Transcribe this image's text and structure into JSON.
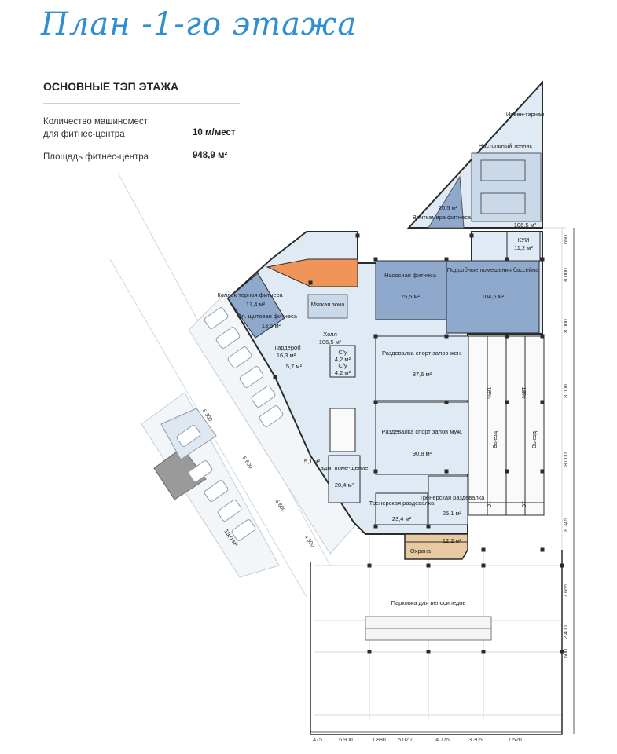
{
  "title": "План -1-го этажа",
  "tep": {
    "heading": "ОСНОВНЫЕ ТЭП ЭТАЖА",
    "parking_label_1": "Количество машиномест",
    "parking_label_2": "для фитнес-центра",
    "parking_value": "10 м/мест",
    "area_label": "Площадь фитнес-центра",
    "area_value": "948,9 м²"
  },
  "rooms": {
    "inventory": "Инвен-тарная",
    "tennis": "Настольный теннис",
    "tennis_area": "106,5 м²",
    "vent_area": "20,5 м²",
    "vent_name": "Венткамера фитнеса",
    "kui": "КУИ",
    "kui_area": "11,2 м²",
    "pump": "Насосная фитнеса",
    "pump_area": "75,5 м²",
    "pool_aux": "Подсобные помещения бассейна",
    "pool_aux_area": "104,6 м²",
    "collector": "Коллек-торная фитнеса",
    "collector_area": "17,4 м²",
    "el_room": "Эл. щитовая фитнеса",
    "el_room_area": "13,5 м²",
    "soft_zone": "Мягкая зона",
    "hall": "Холл",
    "hall_area": "106,5 м²",
    "wardrobe": "Гардероб",
    "wardrobe_area": "16,3 м²",
    "wardrobe_small_area": "5,7 м²",
    "wc1": "С/у",
    "wc1_area": "4,2 м²",
    "wc2": "С/у",
    "wc2_area": "4,2 м²",
    "locker_w": "Раздевалка спорт залов жен.",
    "locker_w_area": "87,6 м²",
    "locker_m": "Раздевалка спорт залов муж.",
    "locker_m_area": "90,8 м²",
    "small_room_area": "5,1 м²",
    "admin": "адм. поме-щение",
    "admin_area": "20,4 м²",
    "trainer1": "Тренерская раздевалка",
    "trainer1_area": "23,4 м²",
    "trainer2": "Тренерская раздевалка",
    "trainer2_area": "25,1 м²",
    "security": "Охрана",
    "security_area": "12,2 м²",
    "bike_parking": "Парковка для велосипедов",
    "parking_zone_area": "19,0 м²"
  },
  "ramps": {
    "exit1": "Выезд",
    "exit2": "Выезд",
    "slope1": "18%",
    "slope2": "18%",
    "slope3": "10",
    "slope4": "10"
  },
  "dims_right": [
    "650",
    "8 000",
    "8 000",
    "8 000",
    "8 000",
    "8 345",
    "7 655",
    "2 400",
    "600"
  ],
  "dims_bottom": [
    "475",
    "6 900",
    "1 880",
    "5 020",
    "4 775",
    "3 305",
    "7 520"
  ],
  "dims_diag": [
    "6 300",
    "6 600",
    "6 600",
    "4 300"
  ],
  "colors": {
    "title": "#2f8fd0",
    "fitness_fill": "#dfeaf5",
    "tech_fill": "#8fa9cc",
    "stair_fill": "#f0945a",
    "security_fill": "#e9c9a0",
    "wall": "#2b2b2b",
    "ghost": "#c8d4de"
  }
}
